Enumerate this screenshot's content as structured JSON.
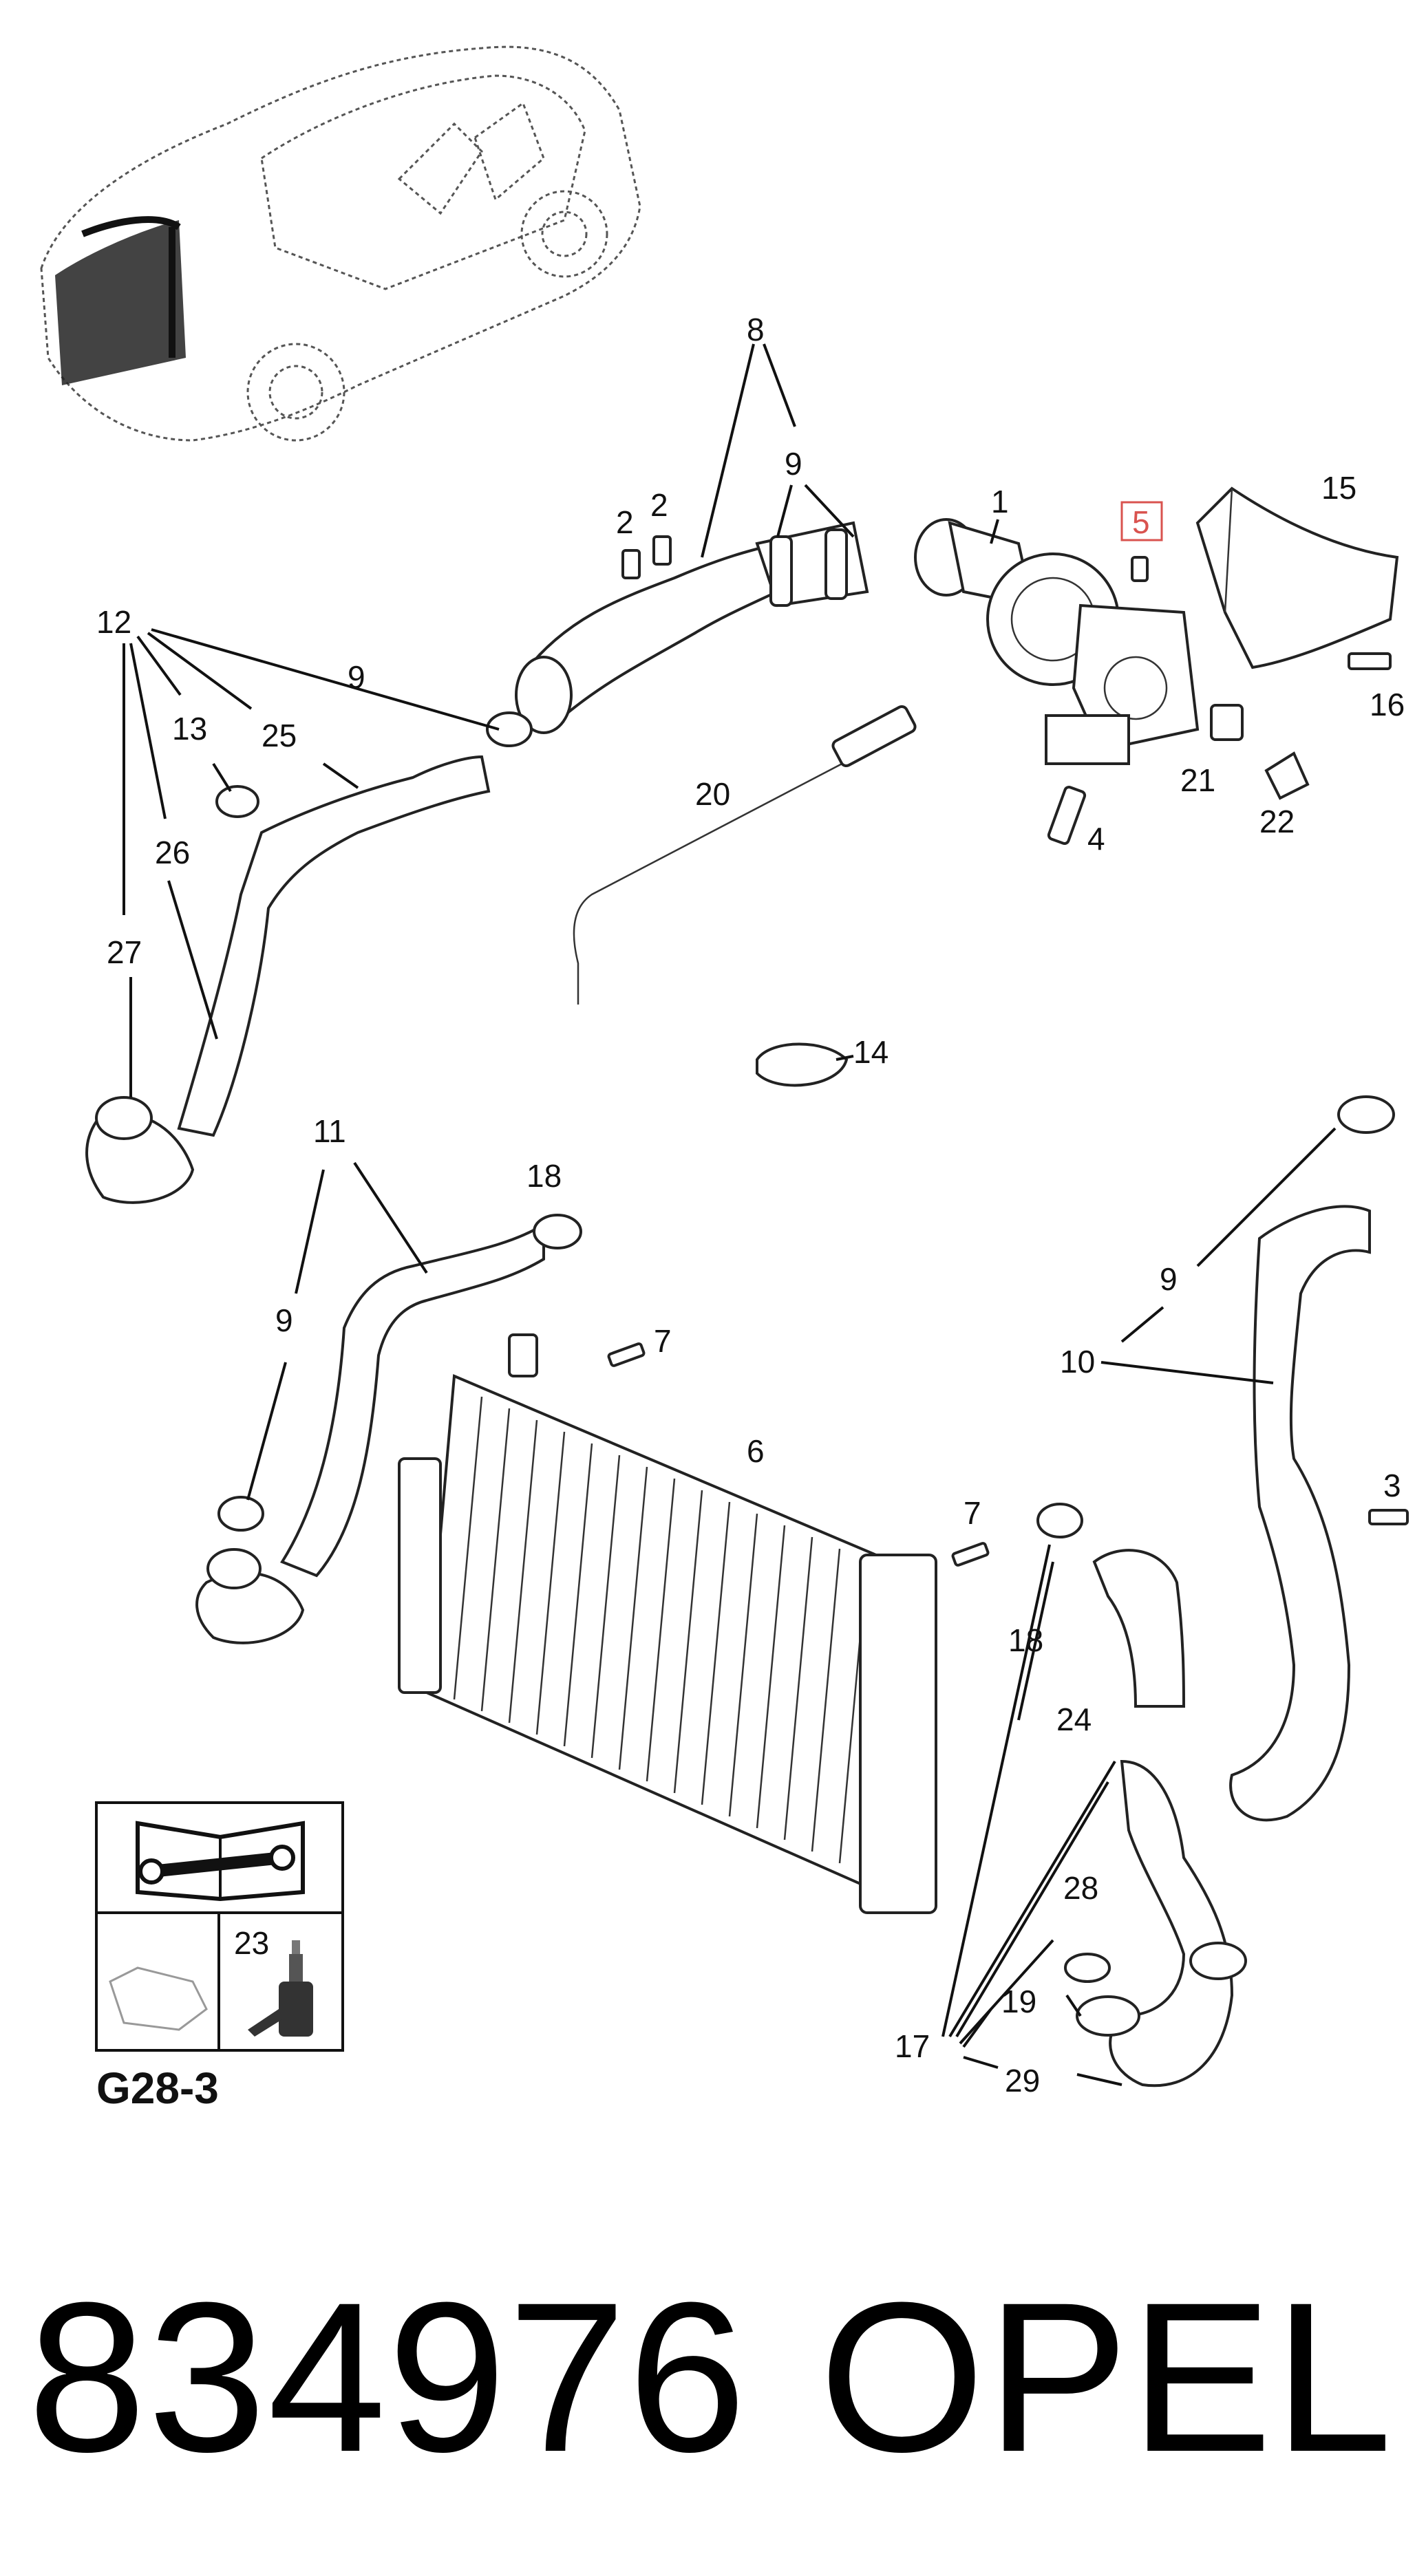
{
  "callouts": {
    "c1": "1",
    "c2a": "2",
    "c2b": "2",
    "c3": "3",
    "c4": "4",
    "c5": "5",
    "c6": "6",
    "c7a": "7",
    "c7b": "7",
    "c8": "8",
    "c9a": "9",
    "c9b": "9",
    "c9c": "9",
    "c9d": "9",
    "c10": "10",
    "c11": "11",
    "c12": "12",
    "c13": "13",
    "c14": "14",
    "c15": "15",
    "c16": "16",
    "c17": "17",
    "c18a": "18",
    "c18b": "18",
    "c19": "19",
    "c20": "20",
    "c21": "21",
    "c22": "22",
    "c23": "23",
    "c24": "24",
    "c25": "25",
    "c26": "26",
    "c27": "27",
    "c28": "28",
    "c29": "29"
  },
  "highlight_color": "#d9534f",
  "diagram_code": "G28-3",
  "part_number": "834976",
  "brand": "OPEL",
  "icons": {
    "vehicle": "car-overview-icon",
    "repair_manual": "repair-manual-icon",
    "oil_can": "oil-can-icon"
  }
}
